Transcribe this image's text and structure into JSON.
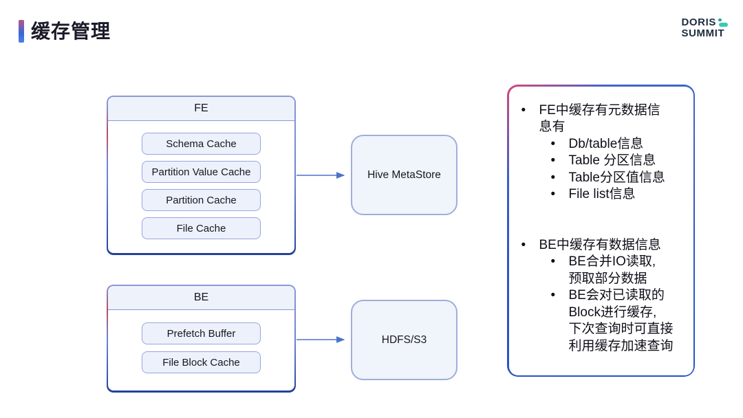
{
  "slide": {
    "title": "缓存管理",
    "logo": {
      "doris": "DORIS",
      "summit": "SUMMIT"
    }
  },
  "diagram": {
    "fe_group": {
      "title": "FE",
      "items": [
        "Schema Cache",
        "Partition Value Cache",
        "Partition Cache",
        "File Cache"
      ]
    },
    "be_group": {
      "title": "BE",
      "items": [
        "Prefetch Buffer",
        "File Block Cache"
      ]
    },
    "hive_label": "Hive MetaStore",
    "hdfs_label": "HDFS/S3",
    "arrows": [
      {
        "from": "FE",
        "to": "Hive MetaStore"
      },
      {
        "from": "BE",
        "to": "HDFS/S3"
      }
    ]
  },
  "notes": {
    "section1": {
      "heading_lines": [
        "FE中缓存有元数据信",
        "息有"
      ],
      "items": [
        "Db/table信息",
        "Table 分区信息",
        "Table分区值信息",
        "File list信息"
      ]
    },
    "section2": {
      "heading": "BE中缓存有数据信息",
      "items": [
        {
          "lines": [
            "BE合并IO读取,",
            "预取部分数据"
          ]
        },
        {
          "lines": [
            "BE会对已读取的",
            "Block进行缓存,",
            "下次查询时可直接",
            "利用缓存加速查询"
          ]
        }
      ]
    }
  },
  "colors": {
    "accent_pink": "#b8537f",
    "accent_blue": "#3a66d6",
    "node_border": "#98a4de",
    "node_fill": "#edf1fb",
    "group_header_fill": "#eef2fa",
    "group_border_bottom": "#22409a",
    "panel_border_blue": "#2d55c4",
    "panel_border_pink": "#d1497b",
    "arrow": "#4a74c8",
    "logo_teal": "#3cc9b3",
    "text": "#14141f"
  }
}
